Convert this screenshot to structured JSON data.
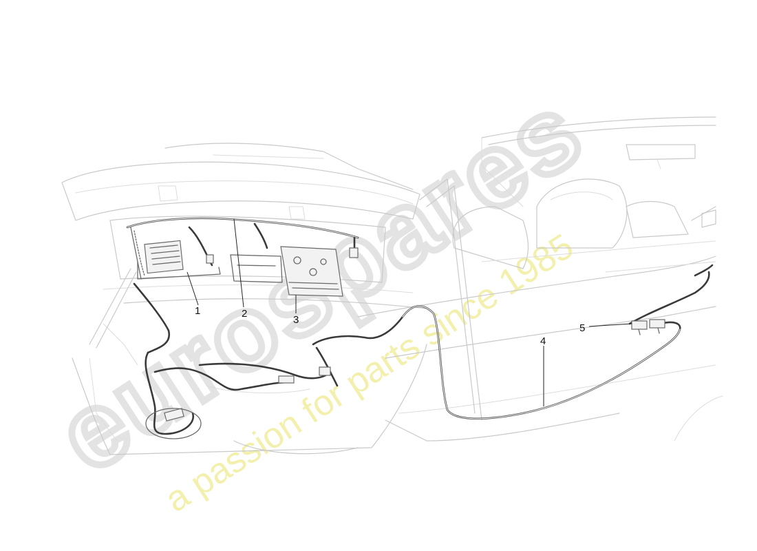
{
  "diagram": {
    "callouts": [
      {
        "id": "1",
        "label": "1"
      },
      {
        "id": "2",
        "label": "2"
      },
      {
        "id": "3",
        "label": "3"
      },
      {
        "id": "4",
        "label": "4"
      },
      {
        "id": "5",
        "label": "5"
      }
    ],
    "watermark": {
      "logo_text": "eurospares",
      "tagline": "a passion for parts since 1985"
    },
    "colors": {
      "outline": "#c9c9c9",
      "wire": "#3a3a3a",
      "watermark_tag": "#f0ee9e"
    }
  }
}
